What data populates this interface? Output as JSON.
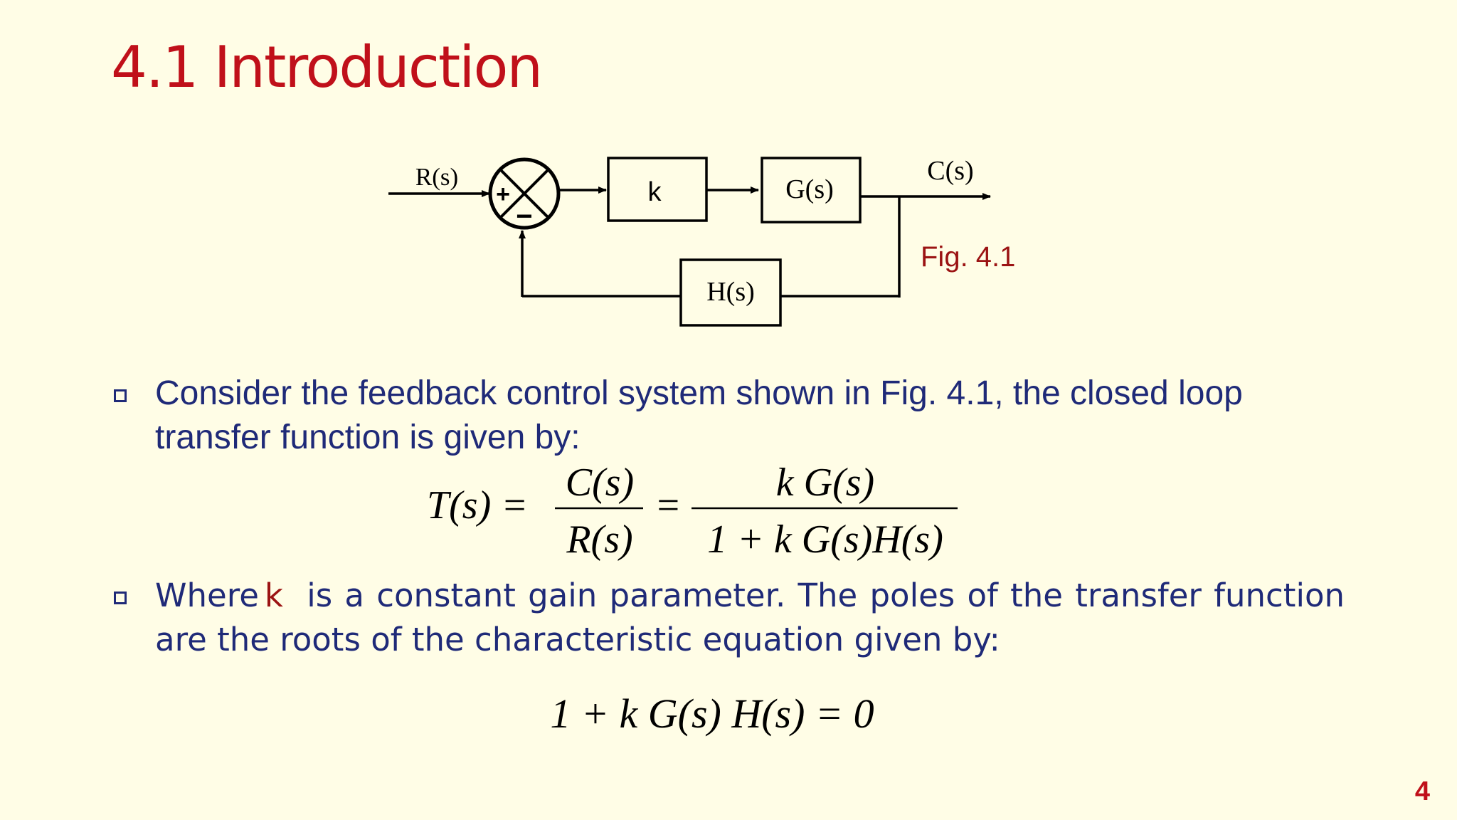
{
  "slide": {
    "title": "4.1 Introduction",
    "page_number": "4"
  },
  "diagram": {
    "input_label": "R(s)",
    "output_label": "C(s)",
    "gain_block": "k",
    "plant_block": "G(s)",
    "feedback_block": "H(s)",
    "plus_sign": "+",
    "minus_sign": "−",
    "caption": "Fig. 4.1"
  },
  "bullets": [
    {
      "text": "Consider the feedback control system shown in Fig. 4.1,  the closed loop transfer function is given by:"
    },
    {
      "prefix": "Where",
      "highlight": "k",
      "text": "is a constant gain parameter. The poles of the transfer function are the roots of the characteristic equation given by:"
    }
  ],
  "equations": {
    "transfer_lhs": "T(s) =",
    "transfer_num1": "C(s)",
    "transfer_den1": "R(s)",
    "equals": "=",
    "transfer_num2": "k G(s)",
    "transfer_den2": "1 + k G(s)H(s)",
    "characteristic": "1 + k G(s) H(s) = 0"
  },
  "colors": {
    "title": "#c0101a",
    "body_text": "#1f2a78",
    "highlight": "#9b1313",
    "background": "#fffde6"
  }
}
